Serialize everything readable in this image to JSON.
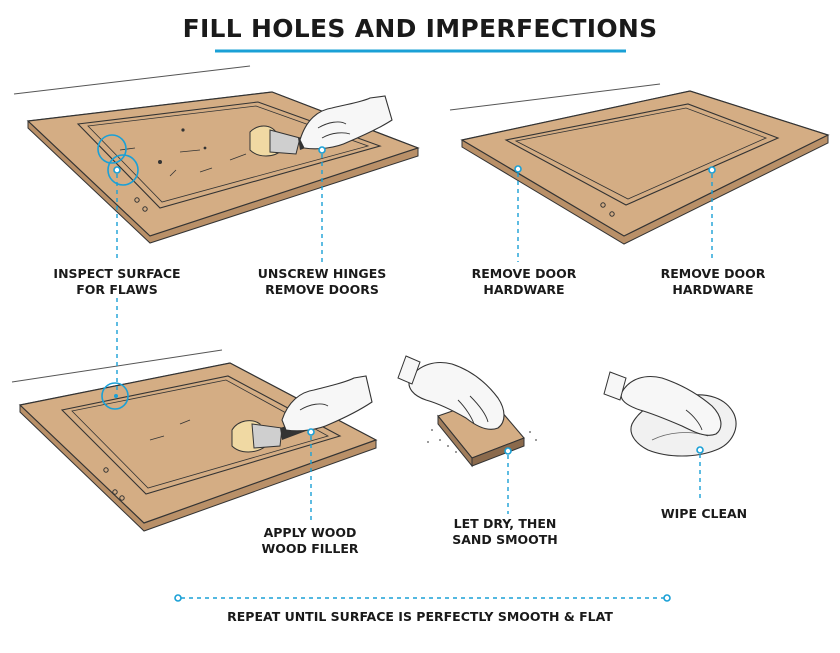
{
  "title": "FILL HOLES AND IMPERFECTIONS",
  "accent_color": "#1aa0d6",
  "wood_color": "#d4ad84",
  "steps": [
    {
      "line1": "INSPECT SURFACE",
      "line2": "FOR FLAWS"
    },
    {
      "line1": "UNSCREW HINGES",
      "line2": "REMOVE DOORS"
    },
    {
      "line1": "REMOVE DOOR",
      "line2": "HARDWARE"
    },
    {
      "line1": "REMOVE DOOR",
      "line2": "HARDWARE"
    },
    {
      "line1": "APPLY WOOD",
      "line2": "WOOD FILLER"
    },
    {
      "line1": "LET DRY, THEN",
      "line2": "SAND SMOOTH"
    },
    {
      "line1": "WIPE CLEAN",
      "line2": ""
    }
  ],
  "footer": "REPEAT UNTIL SURFACE IS PERFECTLY SMOOTH & FLAT",
  "icons": [
    "cabinet-door-icon",
    "gloved-hand-icon",
    "putty-knife-icon",
    "sanding-block-icon",
    "cloth-icon"
  ]
}
